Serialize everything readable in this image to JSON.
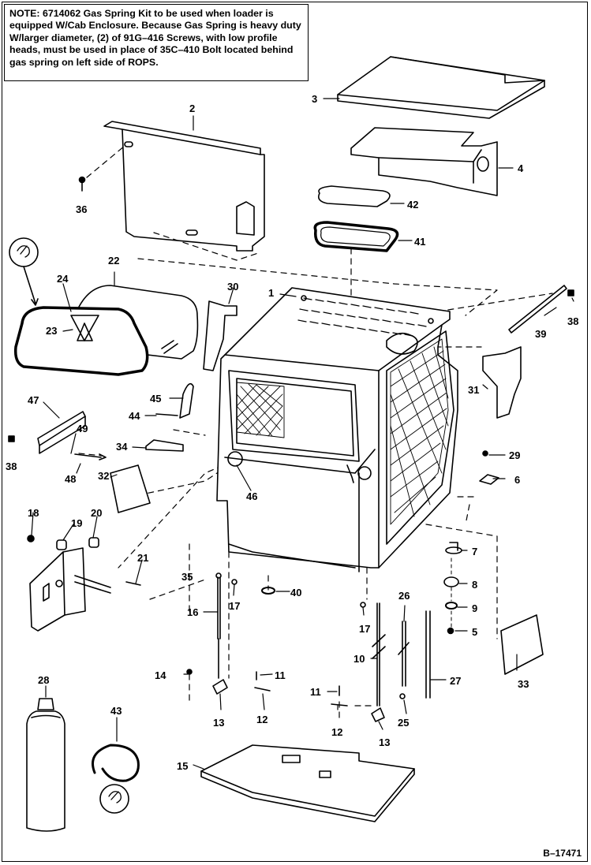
{
  "note": {
    "lead": "NOTE:",
    "text": " 6714062 Gas Spring Kit to be used when loader is equipped W/Cab Enclosure.  Because Gas Spring is heavy duty W/larger diameter, (2) of 91G–416 Screws, with low profile heads, must be used in place of 35C–410 Bolt located behind gas spring on left side of ROPS."
  },
  "callouts": {
    "c1": "1",
    "c2": "2",
    "c3": "3",
    "c4": "4",
    "c5": "5",
    "c6": "6",
    "c7": "7",
    "c8": "8",
    "c9": "9",
    "c10": "10",
    "c11a": "11",
    "c11b": "11",
    "c12a": "12",
    "c12b": "12",
    "c13a": "13",
    "c13b": "13",
    "c14": "14",
    "c15": "15",
    "c16": "16",
    "c17a": "17",
    "c17b": "17",
    "c18": "18",
    "c19": "19",
    "c20": "20",
    "c21": "21",
    "c22": "22",
    "c23": "23",
    "c24": "24",
    "c25": "25",
    "c26": "26",
    "c27": "27",
    "c28": "28",
    "c29": "29",
    "c30": "30",
    "c31": "31",
    "c32": "32",
    "c33": "33",
    "c34": "34",
    "c35": "35",
    "c36": "36",
    "c38a": "38",
    "c38b": "38",
    "c39": "39",
    "c40": "40",
    "c41": "41",
    "c42": "42",
    "c43": "43",
    "c44": "44",
    "c45": "45",
    "c46": "46",
    "c47": "47",
    "c48": "48",
    "c49": "49"
  },
  "figure_id": "B–17471"
}
